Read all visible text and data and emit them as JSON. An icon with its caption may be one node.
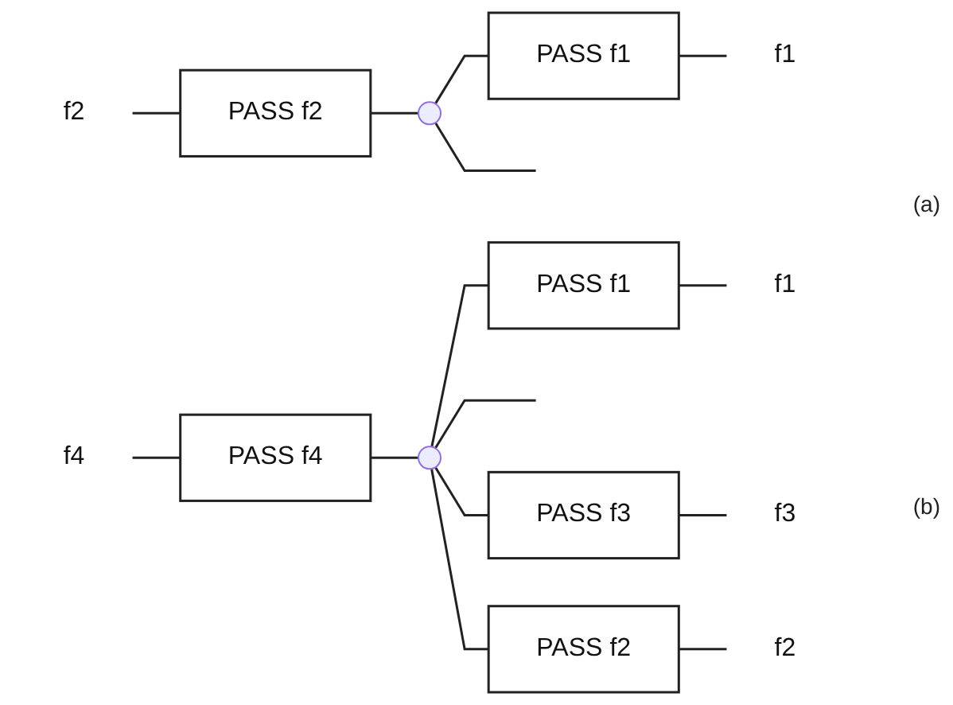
{
  "diagram": {
    "nodes": [
      {
        "text": [
          "f2"
        ]
      },
      {
        "text": [
          "PASS f2"
        ]
      },
      {
        "text": [],
        "shape": "dot"
      },
      {
        "text": [
          "PASS f1"
        ]
      },
      {
        "text": [
          "f1"
        ]
      },
      {
        "text": [
          "f4"
        ]
      },
      {
        "text": [
          "PASS f4"
        ]
      },
      {
        "text": [],
        "shape": "dot"
      },
      {
        "text": [
          "PASS f1"
        ]
      },
      {
        "text": [
          "f1"
        ]
      },
      {
        "text": [
          "PASS f3"
        ]
      },
      {
        "text": [
          "f3"
        ]
      },
      {
        "text": [
          "PASS f2"
        ]
      },
      {
        "text": [
          "f2"
        ]
      }
    ],
    "edges": [
      {
        "from": 0,
        "to": 1,
        "arrow": "none"
      },
      {
        "from": 1,
        "to": 2,
        "arrow": "none"
      },
      {
        "from": 2,
        "to": 3,
        "arrow": "none"
      },
      {
        "from": 3,
        "to": 4,
        "arrow": "none"
      },
      {
        "from": 2,
        "to": null,
        "arrow": "none"
      },
      {
        "from": 5,
        "to": 6,
        "arrow": "none"
      },
      {
        "from": 6,
        "to": 7,
        "arrow": "none"
      },
      {
        "from": 7,
        "to": 8,
        "arrow": "none"
      },
      {
        "from": 8,
        "to": 9,
        "arrow": "none"
      },
      {
        "from": 7,
        "to": null,
        "arrow": "none"
      },
      {
        "from": 7,
        "to": 10,
        "arrow": "none"
      },
      {
        "from": 10,
        "to": 11,
        "arrow": "none"
      },
      {
        "from": 7,
        "to": 12,
        "arrow": "none"
      },
      {
        "from": 12,
        "to": 13,
        "arrow": "none"
      }
    ],
    "labels": [
      "(a)",
      "(b)"
    ]
  }
}
